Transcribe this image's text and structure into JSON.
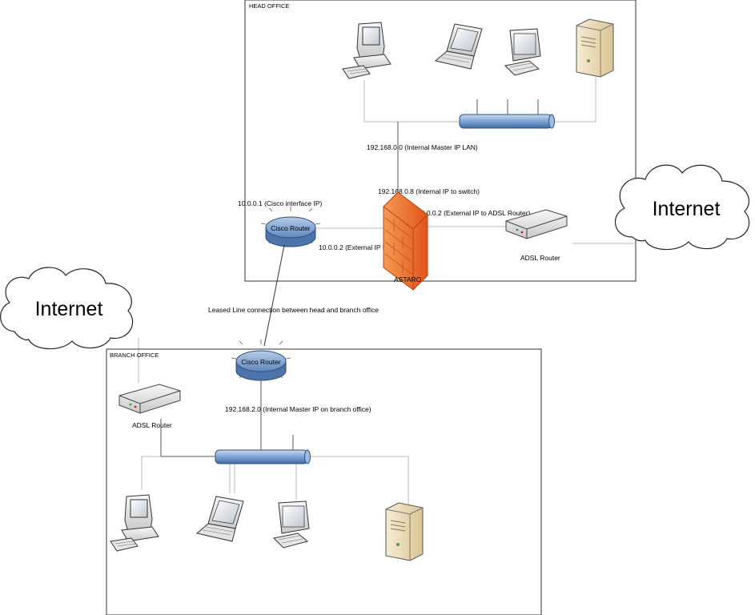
{
  "offices": {
    "head": {
      "title": "HEAD OFFICE"
    },
    "branch": {
      "title": "BRANCH OFFICE"
    }
  },
  "clouds": {
    "right": "Internet",
    "left": "Internet"
  },
  "head": {
    "router_label": "Cisco Router",
    "firewall_label": "ASTARO",
    "adsl_label": "ADSL Router",
    "lan_ip": "192.168.0.0 (Internal Master IP LAN)",
    "switch_ip": "192.168.0.8 (Internal IP to switch)",
    "cisco_iface_ip": "10.0.0.1 (Cisco interface IP)",
    "adsl_ext_ip": "10.0.0.2 (External IP to ADSL Router)",
    "cisco_ext_ip": "10.0.0.2 (External IP to cisco)"
  },
  "link": {
    "leased_line": "Leased Line connection between head and branch office"
  },
  "branch": {
    "router_label": "Cisco Router",
    "adsl_label": "ADSL Router",
    "lan_ip": "192.168.2.0 (Internal Master IP on branch office)"
  },
  "colors": {
    "router_blue": "#6f94c6",
    "firewall_orange": "#f07a2a",
    "bus_blue": "#7ea4d4",
    "server_beige": "#e7d8b4"
  }
}
